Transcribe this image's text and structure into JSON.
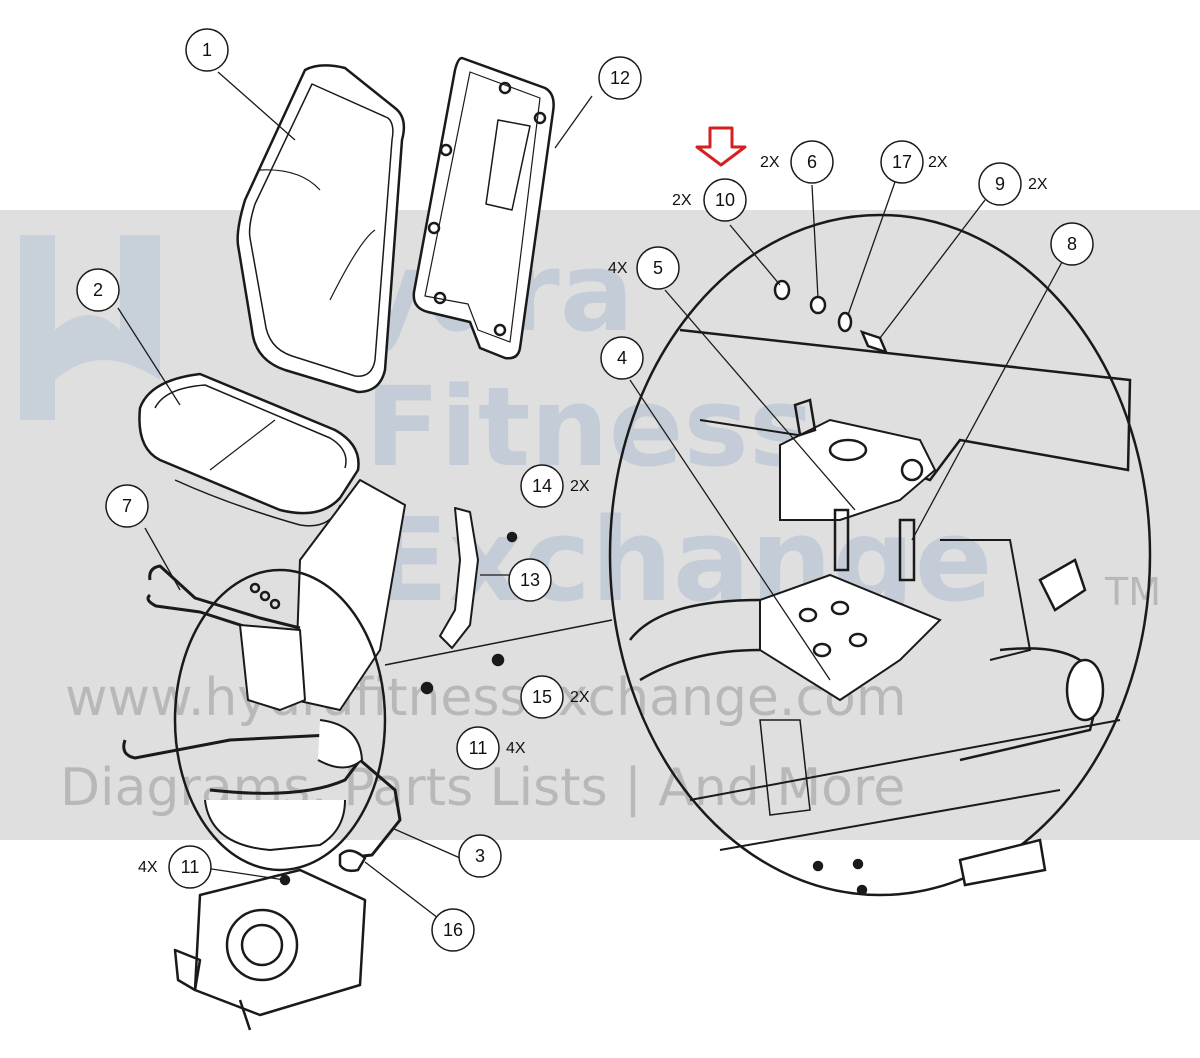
{
  "colors": {
    "band": "#d9d9d9",
    "watermark_blue": "#aebfd2",
    "watermark_gray": "#9a9a9a",
    "line": "#1a1a1a",
    "arrow": "#d42020"
  },
  "watermark": {
    "line1": "ydra",
    "line2": "Fitness",
    "line3": "Exchange",
    "tm": "TM",
    "url": "www.hydrafitnessexchange.com",
    "tagline": "Diagrams, Parts Lists | And More"
  },
  "callouts": [
    {
      "id": "1",
      "label": "1",
      "qty": ""
    },
    {
      "id": "2",
      "label": "2",
      "qty": ""
    },
    {
      "id": "3",
      "label": "3",
      "qty": ""
    },
    {
      "id": "4",
      "label": "4",
      "qty": ""
    },
    {
      "id": "5",
      "label": "5",
      "qty": "4X"
    },
    {
      "id": "6",
      "label": "6",
      "qty": "2X"
    },
    {
      "id": "7",
      "label": "7",
      "qty": ""
    },
    {
      "id": "8",
      "label": "8",
      "qty": ""
    },
    {
      "id": "9",
      "label": "9",
      "qty": "2X"
    },
    {
      "id": "10",
      "label": "10",
      "qty": "2X"
    },
    {
      "id": "11a",
      "label": "11",
      "qty": "4X"
    },
    {
      "id": "11b",
      "label": "11",
      "qty": "4X"
    },
    {
      "id": "12",
      "label": "12",
      "qty": ""
    },
    {
      "id": "13",
      "label": "13",
      "qty": ""
    },
    {
      "id": "14",
      "label": "14",
      "qty": "2X"
    },
    {
      "id": "15",
      "label": "15",
      "qty": "2X"
    },
    {
      "id": "16",
      "label": "16",
      "qty": ""
    },
    {
      "id": "17",
      "label": "17",
      "qty": "2X"
    }
  ]
}
